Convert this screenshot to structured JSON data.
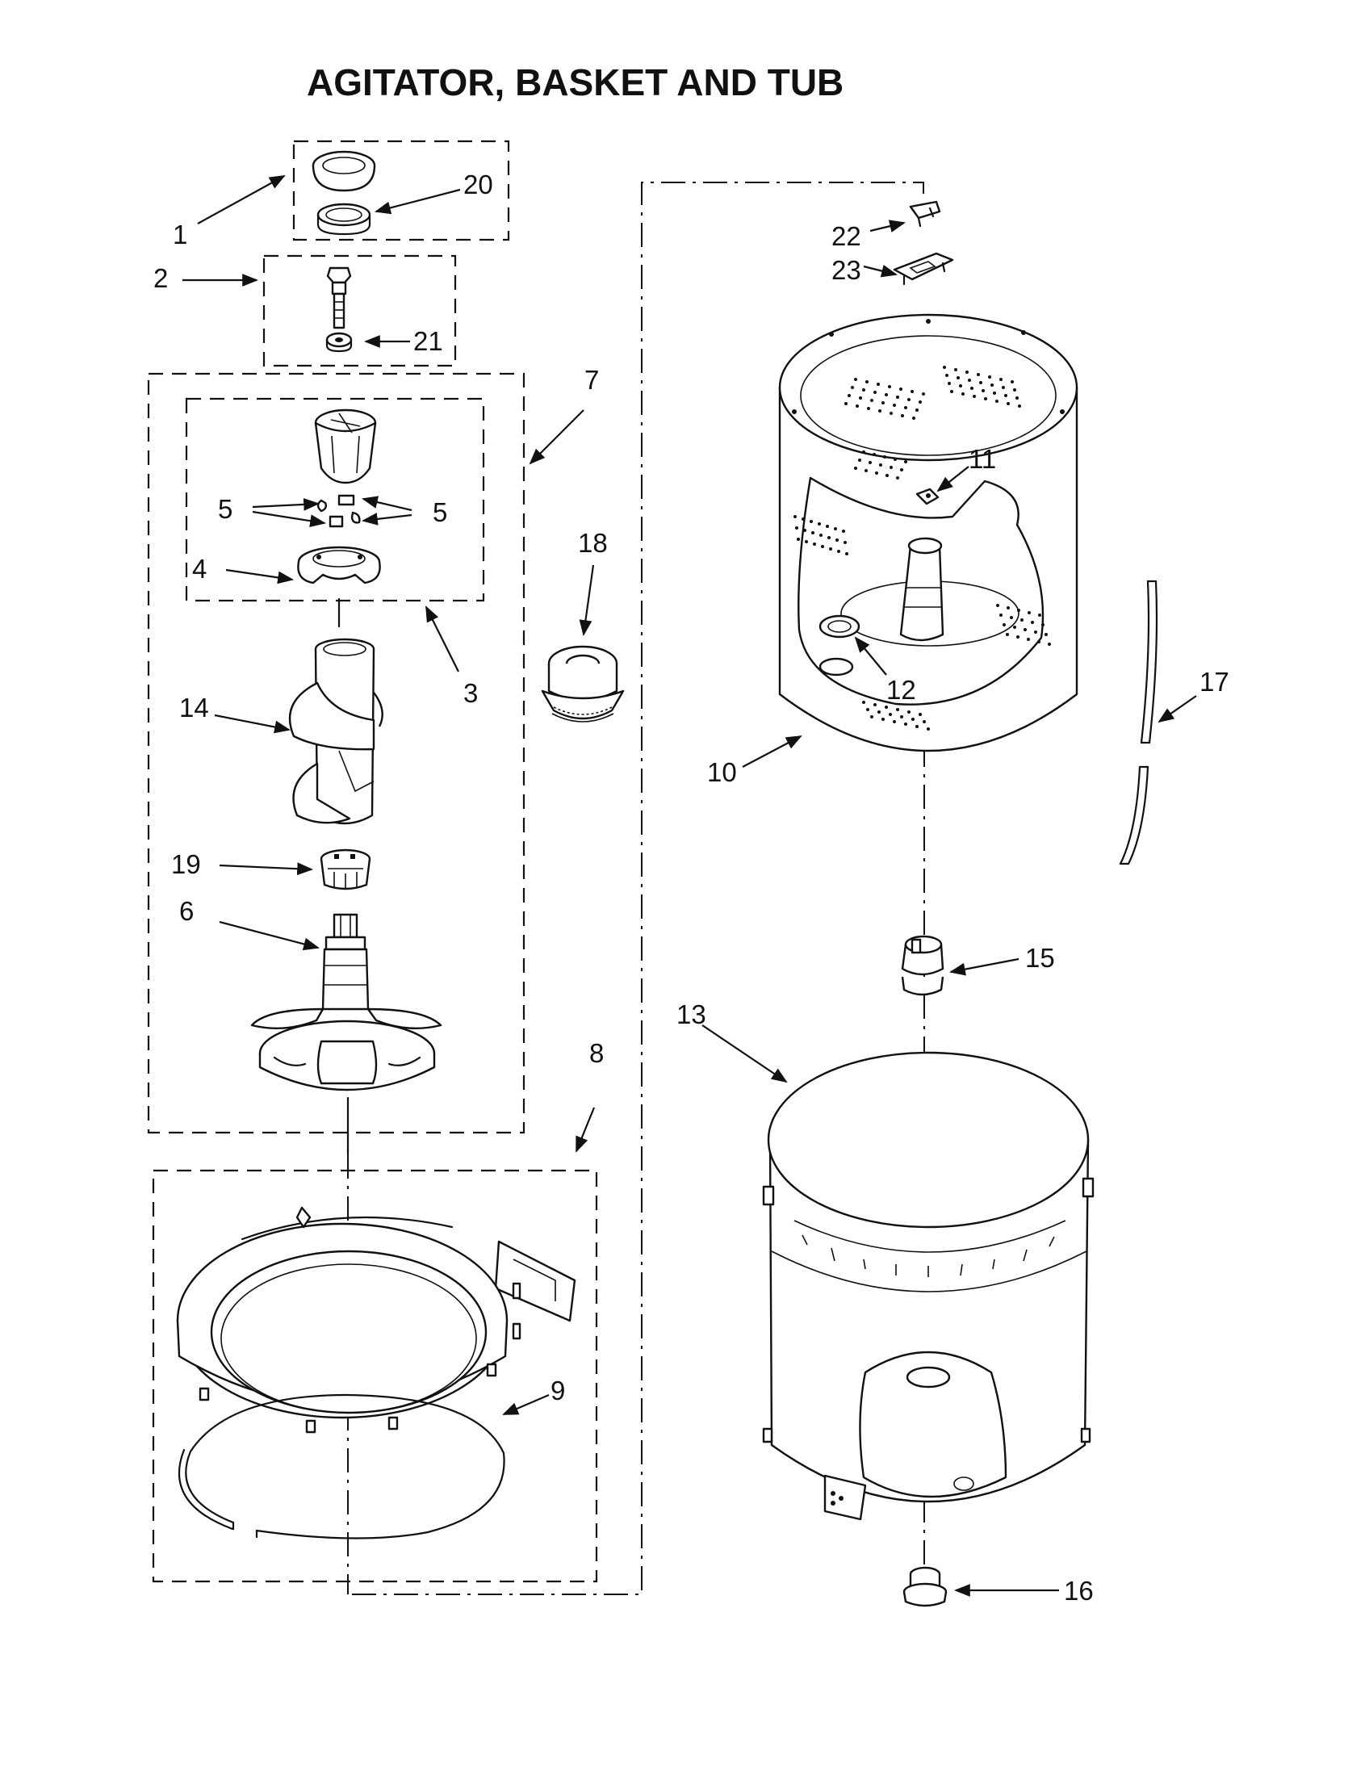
{
  "title": "AGITATOR, BASKET AND TUB",
  "callouts": [
    {
      "id": "1",
      "label": "1"
    },
    {
      "id": "2",
      "label": "2"
    },
    {
      "id": "3",
      "label": "3"
    },
    {
      "id": "4",
      "label": "4"
    },
    {
      "id": "5a",
      "label": "5"
    },
    {
      "id": "5b",
      "label": "5"
    },
    {
      "id": "6",
      "label": "6"
    },
    {
      "id": "7",
      "label": "7"
    },
    {
      "id": "8",
      "label": "8"
    },
    {
      "id": "9",
      "label": "9"
    },
    {
      "id": "10",
      "label": "10"
    },
    {
      "id": "11",
      "label": "11"
    },
    {
      "id": "12",
      "label": "12"
    },
    {
      "id": "13",
      "label": "13"
    },
    {
      "id": "14",
      "label": "14"
    },
    {
      "id": "15",
      "label": "15"
    },
    {
      "id": "16",
      "label": "16"
    },
    {
      "id": "17",
      "label": "17"
    },
    {
      "id": "18",
      "label": "18"
    },
    {
      "id": "19",
      "label": "19"
    },
    {
      "id": "20",
      "label": "20"
    },
    {
      "id": "21",
      "label": "21"
    },
    {
      "id": "22",
      "label": "22"
    },
    {
      "id": "23",
      "label": "23"
    }
  ]
}
